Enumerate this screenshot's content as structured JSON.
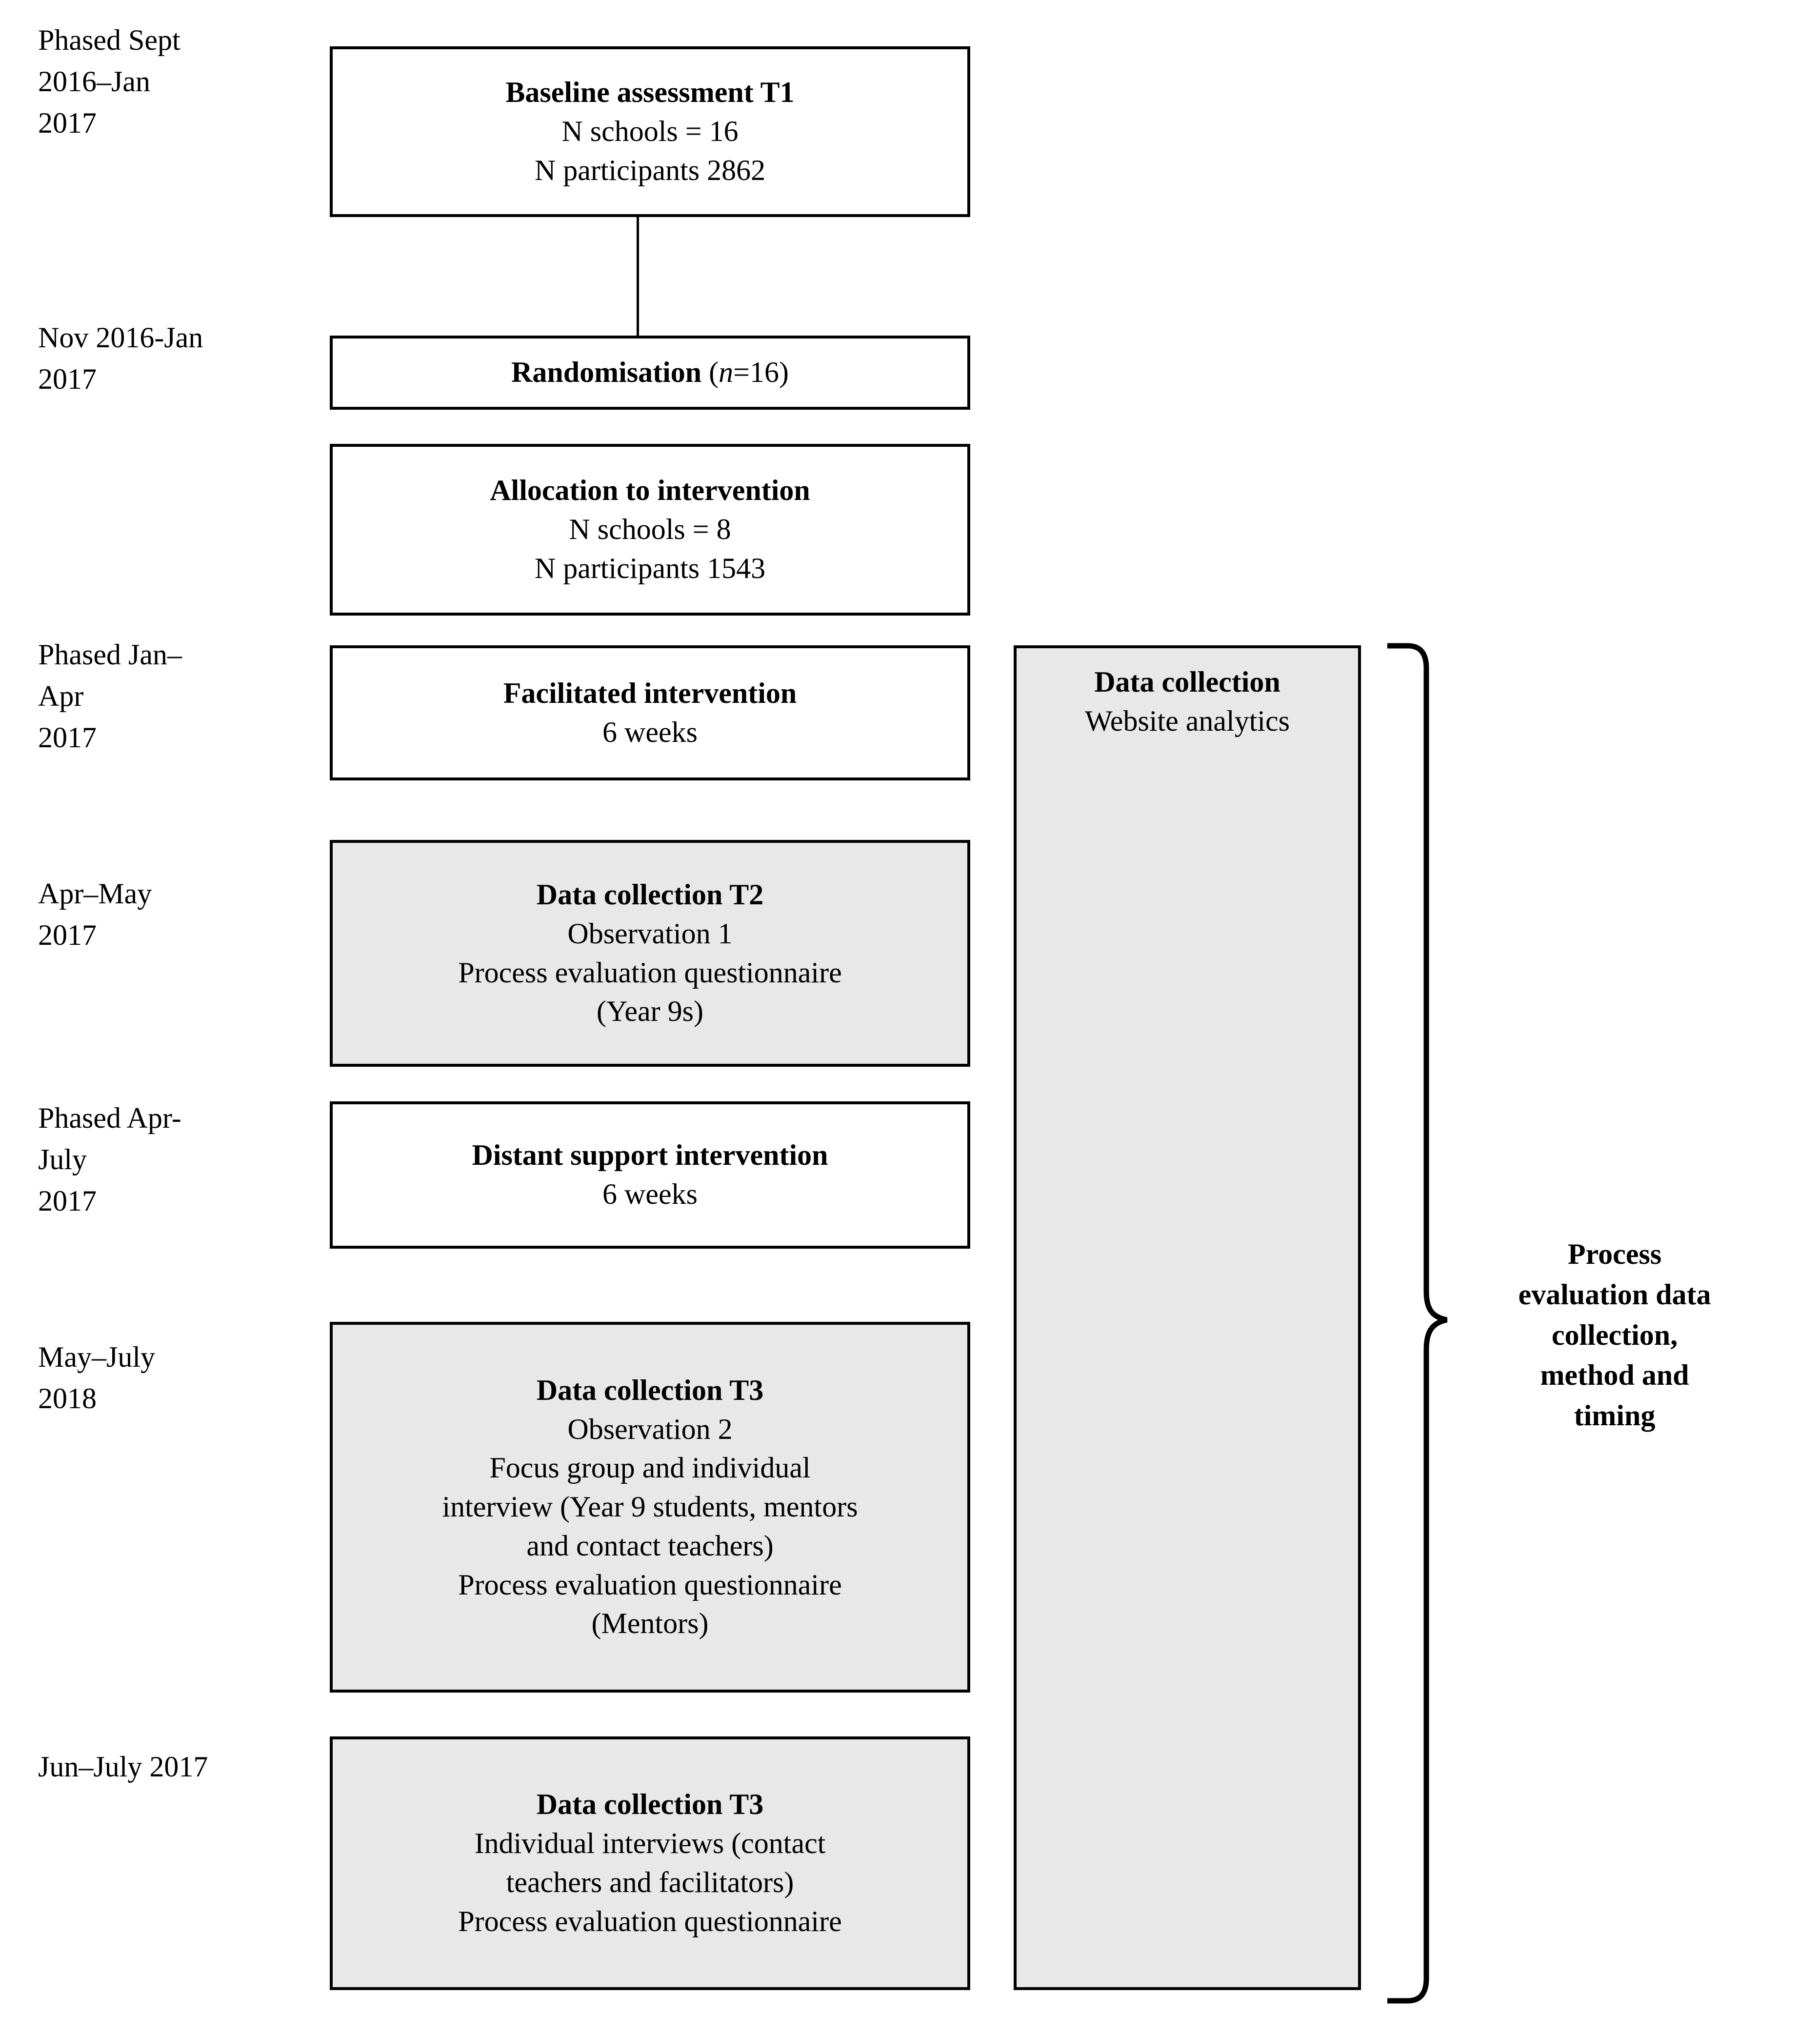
{
  "figure": {
    "type": "flowchart",
    "orientation": "vertical",
    "title": "",
    "colors": {
      "stroke": "#000000",
      "box_fill_plain": "#ffffff",
      "box_fill_shaded": "#e8e8e8",
      "text": "#000000"
    }
  },
  "timeline_labels": [
    {
      "id": "t1",
      "text": "Phased Sept\n2016–Jan\n2017"
    },
    {
      "id": "t2",
      "text": "Nov 2016-Jan\n2017"
    },
    {
      "id": "t3",
      "text": "Phased Jan–\nApr\n2017"
    },
    {
      "id": "t4",
      "text": "Apr–May\n2017"
    },
    {
      "id": "t5",
      "text": "Phased Apr-\nJuly\n2017"
    },
    {
      "id": "t6",
      "text": "May–July\n2018"
    },
    {
      "id": "t7",
      "text": "Jun–July 2017"
    }
  ],
  "boxes": [
    {
      "id": "baseline",
      "shaded": false,
      "heading": "Baseline assessment T1",
      "lines": [
        "N schools = 16",
        "N participants 2862"
      ]
    },
    {
      "id": "randomisation",
      "shaded": false,
      "heading": "Randomisation",
      "heading_suffix_open": " (",
      "heading_suffix_italic": "n",
      "heading_suffix_close": "=16)",
      "lines": []
    },
    {
      "id": "allocation",
      "shaded": false,
      "heading": "Allocation to intervention",
      "lines": [
        "N schools = 8",
        "N participants 1543"
      ]
    },
    {
      "id": "facilitated",
      "shaded": false,
      "heading": "Facilitated intervention",
      "lines": [
        "6 weeks"
      ]
    },
    {
      "id": "data-collection-t2",
      "shaded": true,
      "heading": "Data collection T2",
      "lines": [
        "Observation 1",
        "Process evaluation questionnaire",
        "(Year 9s)"
      ]
    },
    {
      "id": "distant-support",
      "shaded": false,
      "heading": "Distant support intervention",
      "lines": [
        "6 weeks"
      ]
    },
    {
      "id": "data-collection-t3-a",
      "shaded": true,
      "heading": "Data collection T3",
      "lines": [
        "Observation 2",
        "Focus group and individual",
        "interview (Year 9 students, mentors",
        "and contact teachers)",
        "Process evaluation questionnaire",
        "(Mentors)"
      ]
    },
    {
      "id": "data-collection-t3-b",
      "shaded": true,
      "heading": "Data collection T3",
      "lines": [
        "Individual interviews (contact",
        "teachers and facilitators)",
        "Process evaluation questionnaire"
      ]
    }
  ],
  "side_column": {
    "id": "website-analytics-column",
    "shaded": true,
    "heading": "Data collection",
    "lines": [
      "Website analytics"
    ]
  },
  "brace_label": {
    "text": "Process\nevaluation data\ncollection,\nmethod and\ntiming"
  }
}
